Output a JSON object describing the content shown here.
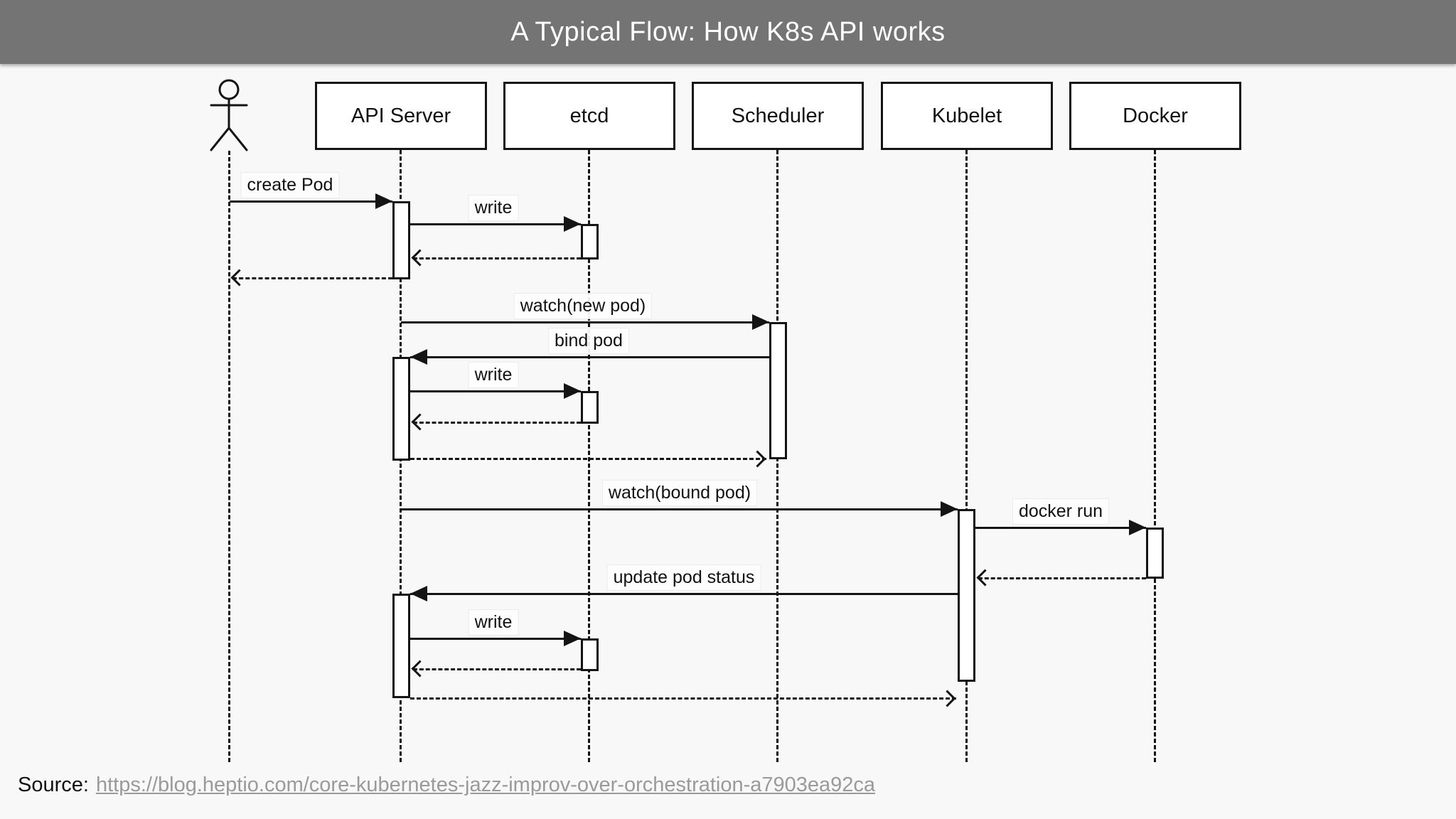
{
  "header": {
    "title": "A Typical Flow: How K8s API works"
  },
  "participants": [
    {
      "label": "API Server"
    },
    {
      "label": "etcd"
    },
    {
      "label": "Scheduler"
    },
    {
      "label": "Kubelet"
    },
    {
      "label": "Docker"
    }
  ],
  "messages": {
    "create_pod": "create Pod",
    "write_1": "write",
    "watch_new_pod": "watch(new pod)",
    "bind_pod": "bind pod",
    "write_2": "write",
    "watch_bound_pod": "watch(bound pod)",
    "docker_run": "docker run",
    "update_pod_status": "update pod status",
    "write_3": "write"
  },
  "footer": {
    "source_label": "Source:",
    "source_url": "https://blog.heptio.com/core-kubernetes-jazz-improv-over-orchestration-a7903ea92ca"
  },
  "colors": {
    "header_bg": "#747474",
    "header_text": "#ffffff",
    "page_bg": "#f8f8f8",
    "line": "#141414",
    "link": "#9a9a9a"
  }
}
